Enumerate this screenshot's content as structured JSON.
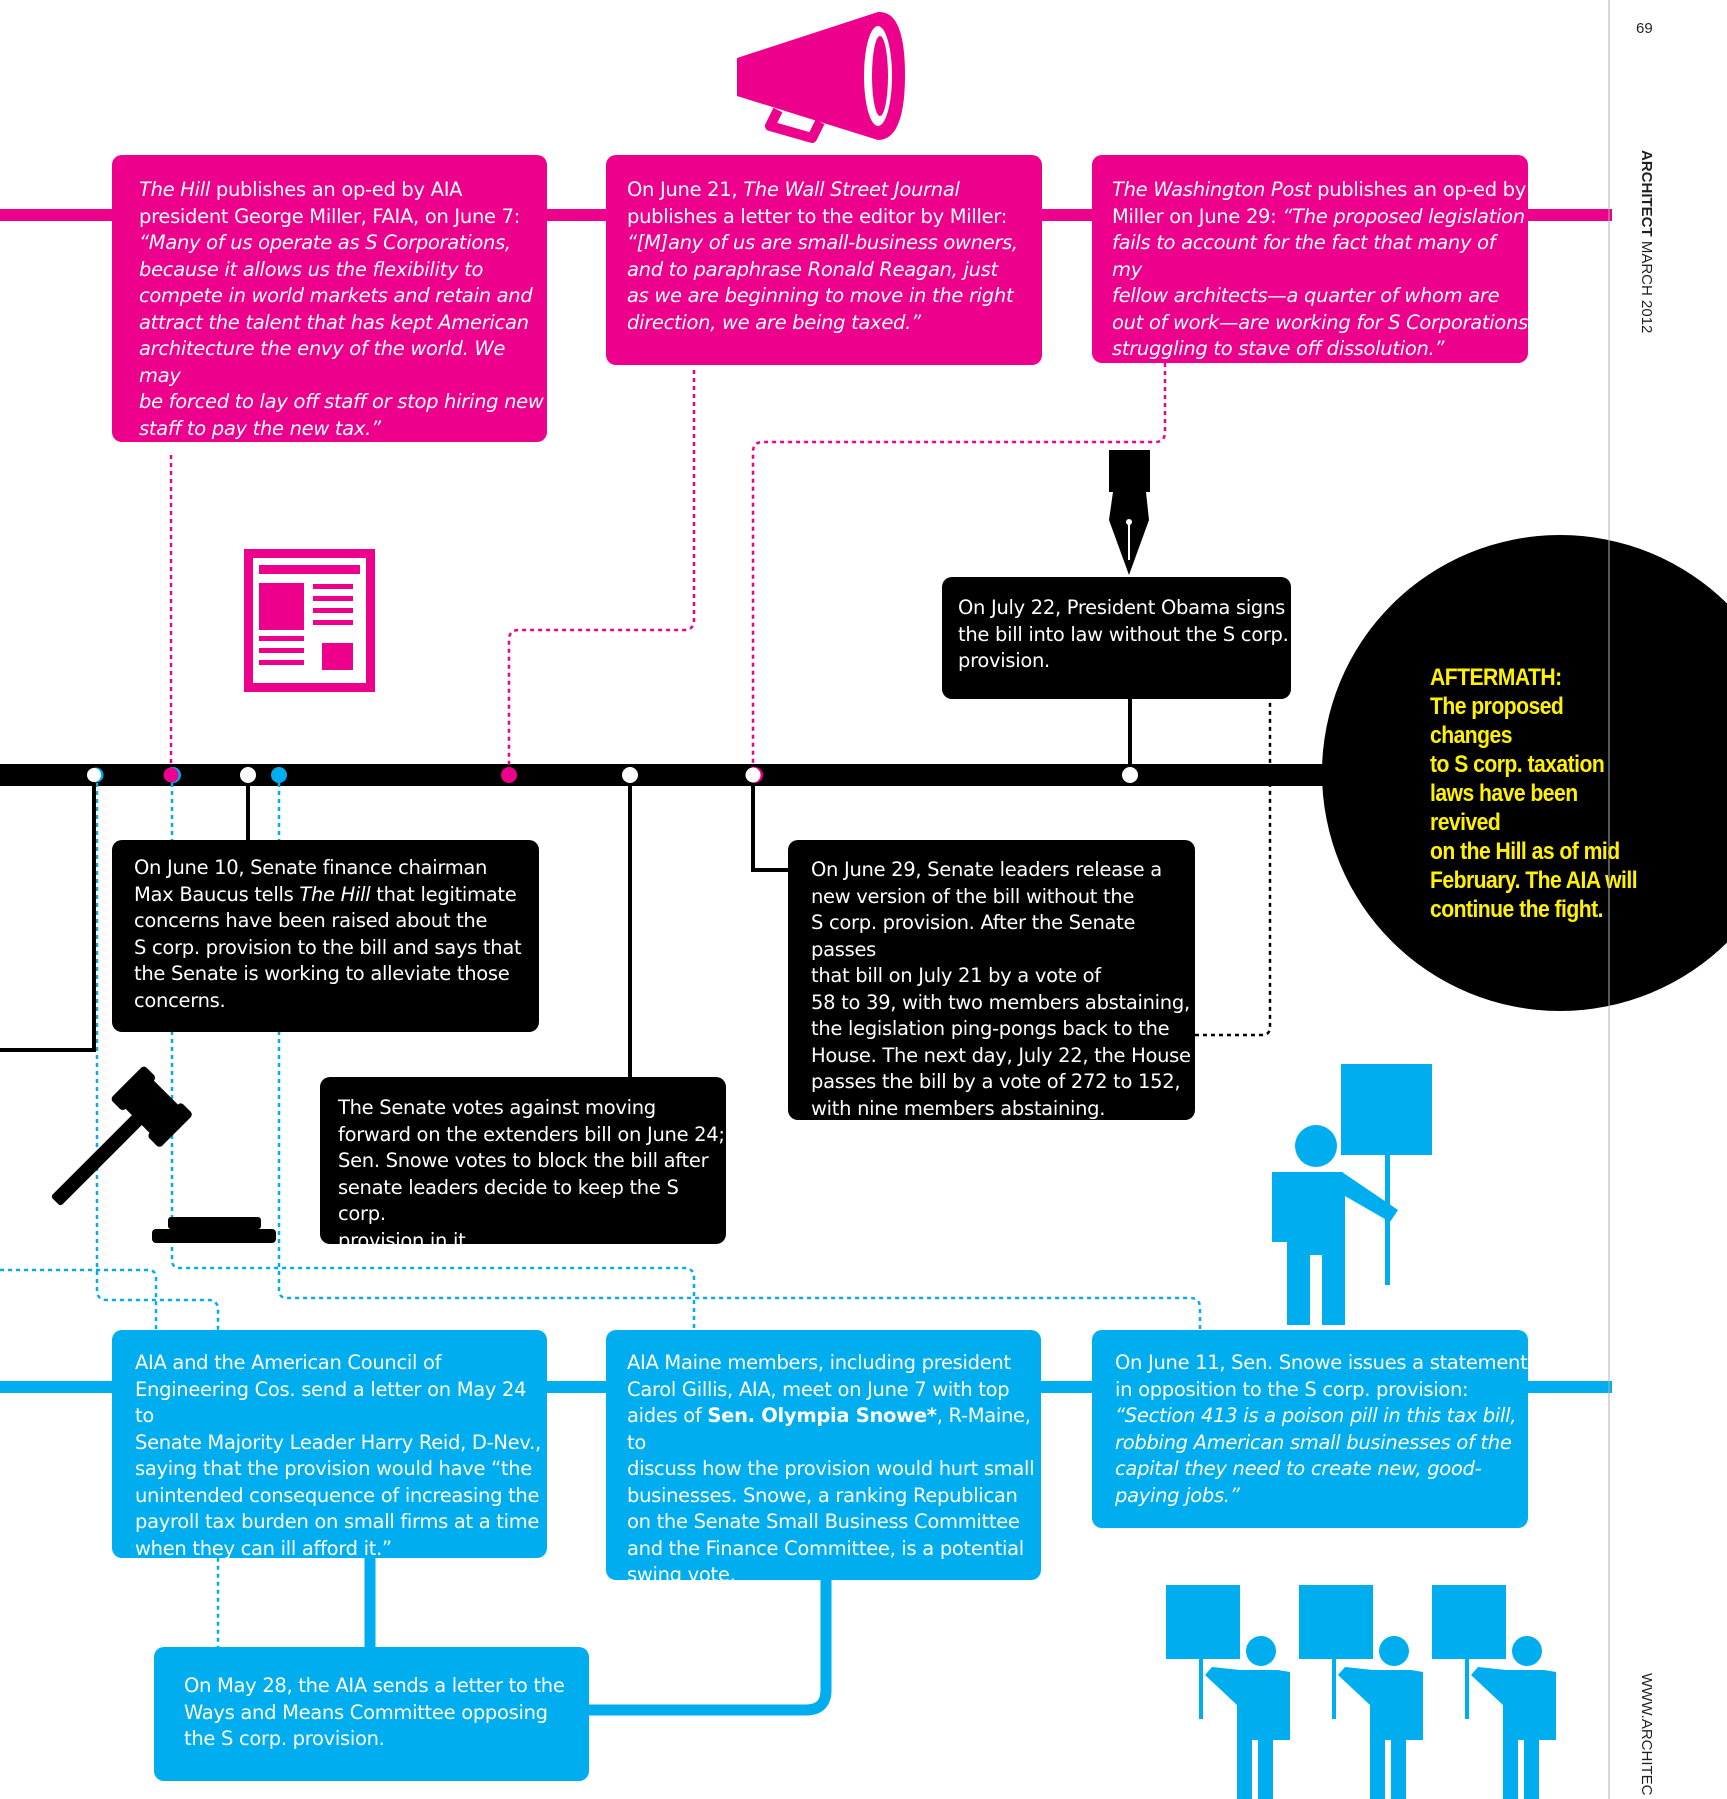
{
  "page_number": "69",
  "sidebar": {
    "magazine": "ARCHITECT",
    "issue": "MARCH 2012",
    "url": "WWW.ARCHITEC"
  },
  "colors": {
    "pink": "#ec008c",
    "blue": "#00aeef",
    "black": "#000000",
    "yellow": "#fff200"
  },
  "pink_boxes": [
    {
      "pre": "",
      "pub": "The Hill",
      "mid": " publishes an op-ed by AIA\npresident George Miller, FAIA, on June 7:\n",
      "quote": "“Many of us operate as S Corporations,\nbecause it allows us the flexibility to\ncompete in world markets and retain and\nattract the talent that has kept American\narchitecture the envy of the world. We may\nbe forced to lay off staff or stop hiring new\nstaff to pay the new tax.”"
    },
    {
      "pre": "On June 21, ",
      "pub": "The Wall Street Journal",
      "mid": "\npublishes a letter to the editor by Miller:\n",
      "quote": "“[M]any of us are small-business owners,\nand to paraphrase Ronald Reagan, just\nas we are beginning to move in the right\ndirection, we are being taxed.”"
    },
    {
      "pre": "",
      "pub": "The Washington Post",
      "mid": " publishes an op-ed by\nMiller on June 29: ",
      "quote": "“The proposed legislation\nfails to account for the fact that many of my\nfellow architects—a quarter of whom are\nout of work—are working for S Corporations\nstruggling to stave off dissolution.”"
    }
  ],
  "black_boxes": {
    "obama": "On July 22, President Obama signs\nthe bill into law without the S corp.\nprovision.",
    "baucus_pre": "On June 10, Senate finance chairman\nMax Baucus tells ",
    "baucus_pub": "The Hill",
    "baucus_post": " that legitimate\nconcerns have been raised about the\nS corp. provision to the bill and says that\nthe Senate is working to alleviate those\nconcerns.",
    "senate_vote": "The Senate votes against moving\nforward on the extenders bill on June 24;\nSen. Snowe votes to block the bill after\nsenate leaders decide to keep the S corp.\nprovision in it.",
    "june29": "On June 29, Senate leaders release a\nnew version of the bill without the\nS corp. provision. After the Senate passes\nthat bill on July 21 by a vote of\n58 to 39, with two members abstaining,\nthe legislation ping-pongs back to the\nHouse. The next day, July 22, the House\npasses the bill by a vote of 272 to 152,\nwith nine members abstaining."
  },
  "aftermath": {
    "heading": "AFTERMATH:",
    "text": "The proposed changes\nto S corp. taxation\nlaws have been revived\non the Hill as of mid\nFebruary. The AIA will\ncontinue the fight."
  },
  "blue_boxes": {
    "acec": "AIA and the American Council of\nEngineering Cos. send a letter on May 24 to\nSenate Majority Leader Harry Reid, D-Nev.,\nsaying that the provision would have “the\nunintended consequence of increasing the\npayroll tax burden on small firms at a time\nwhen they can ill afford it.”",
    "maine_pre": "AIA Maine members, including president\nCarol Gillis, AIA, meet on June 7 with top\naides of ",
    "maine_bold": "Sen. Olympia Snowe*",
    "maine_post": ", R-Maine, to\ndiscuss how the provision would hurt small\nbusinesses. Snowe, a ranking Republican\non the Senate Small Business Committee\nand the Finance Committee, is a potential\nswing vote.",
    "snowe_pre": "On June 11, Sen. Snowe issues a statement\nin opposition to the S corp. provision:\n",
    "snowe_quote": "“Section 413 is a poison pill in this tax bill,\nrobbing American small businesses of the\ncapital they need to create new, good-\npaying jobs.”",
    "may28": "On May 28, the AIA sends a letter to the\nWays and Means Committee opposing\nthe S corp. provision."
  },
  "icons": [
    "megaphone-icon",
    "newspaper-icon",
    "fountain-pen-icon",
    "gavel-icon",
    "protester-icon",
    "protest-group-icon"
  ]
}
